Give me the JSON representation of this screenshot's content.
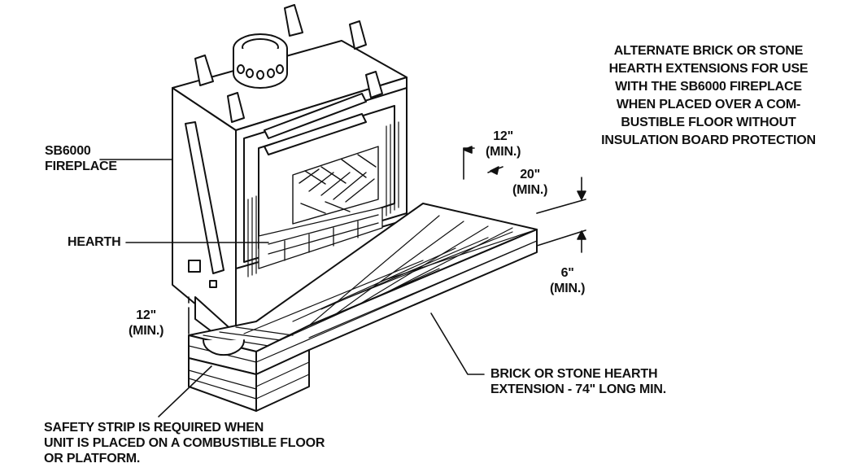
{
  "labels": {
    "fireplace": [
      "SB6000",
      "FIREPLACE"
    ],
    "hearth": "HEARTH",
    "left_clearance": [
      "12\"",
      "(MIN.)"
    ],
    "top_clearance": [
      "12\"",
      "(MIN.)"
    ],
    "depth": [
      "20\"",
      "(MIN.)"
    ],
    "height": [
      "6\"",
      "(MIN.)"
    ],
    "extension": [
      "BRICK OR STONE HEARTH",
      "EXTENSION - 74\" LONG MIN."
    ],
    "safety_strip": [
      "SAFETY STRIP IS REQUIRED WHEN",
      "UNIT IS PLACED ON A COMBUSTIBLE FLOOR",
      "OR PLATFORM."
    ]
  },
  "title_note": [
    "ALTERNATE BRICK OR STONE",
    "HEARTH EXTENSIONS FOR USE",
    "WITH THE SB6000 FIREPLACE",
    "WHEN PLACED OVER A COM-",
    "BUSTIBLE FLOOR WITHOUT",
    "INSULATION BOARD PROTECTION"
  ]
}
